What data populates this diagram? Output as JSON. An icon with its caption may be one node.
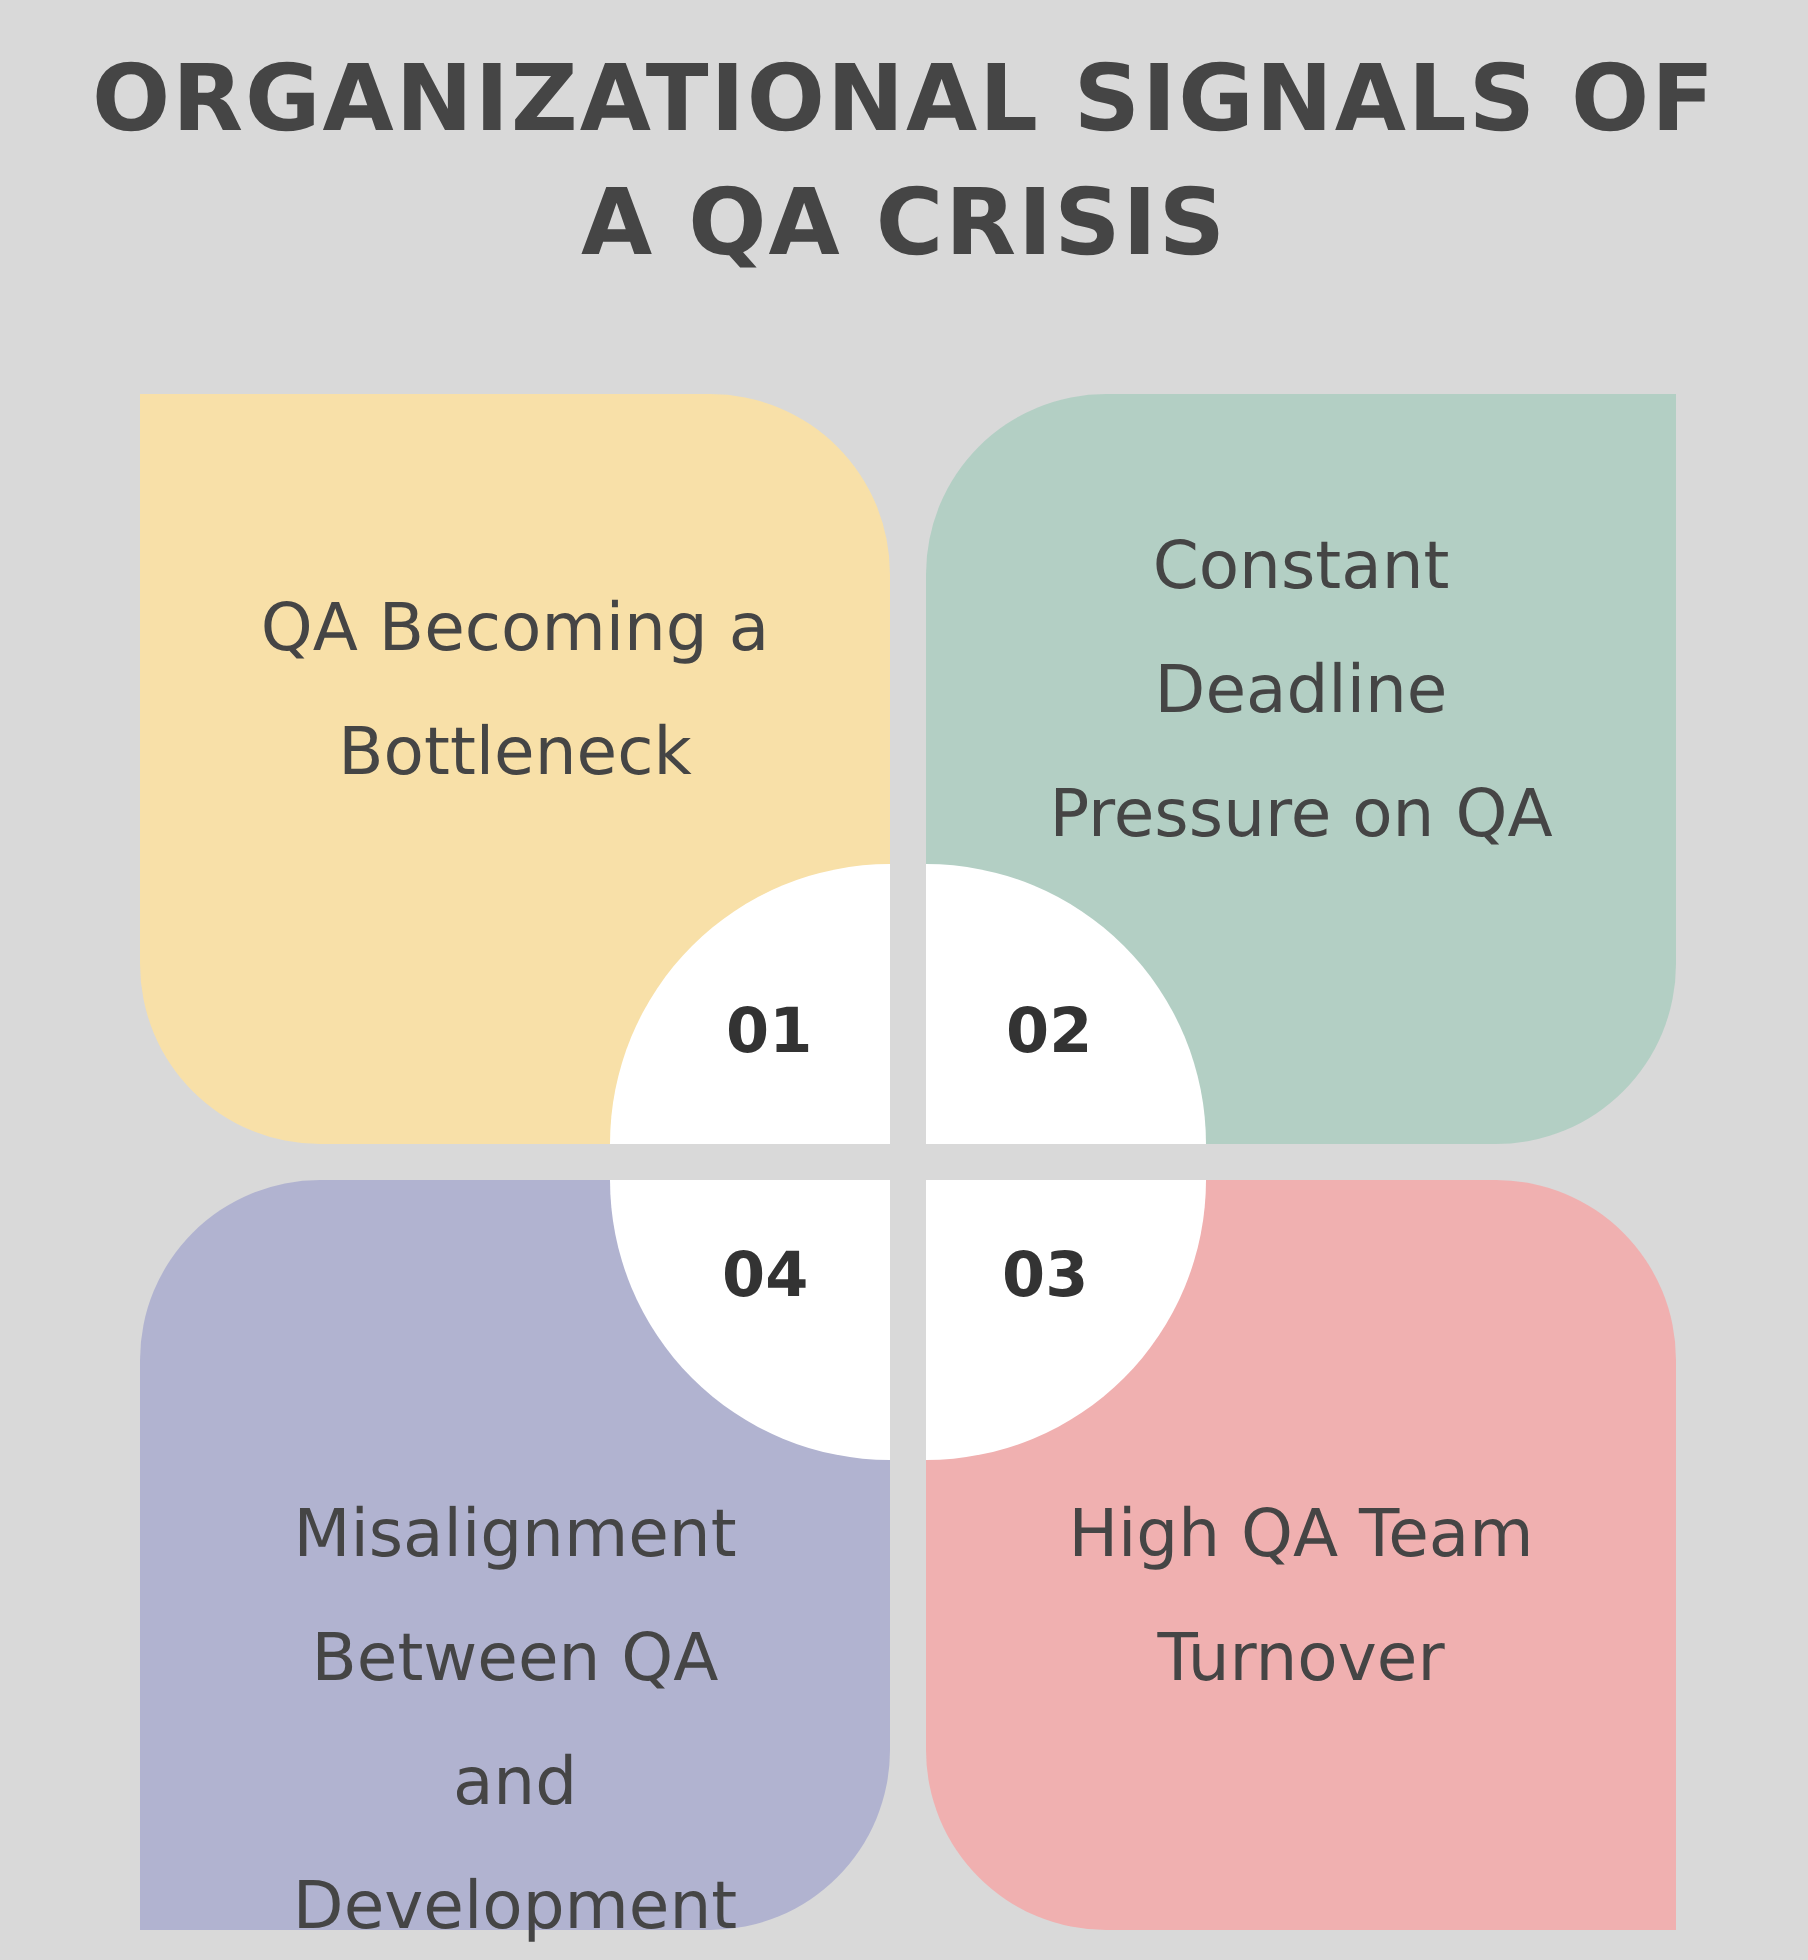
{
  "diagram": {
    "title": "ORGANIZATIONAL SIGNALS OF A QA CRISIS",
    "nodes": [
      {
        "text": [
          "QA Becoming a Bottleneck"
        ]
      },
      {
        "text": [
          "01"
        ],
        "in": 0
      },
      {
        "text": [
          "Constant Deadline Pressure on QA"
        ]
      },
      {
        "text": [
          "02"
        ],
        "in": 2
      },
      {
        "text": [
          "Misalignment Between QA and Development"
        ]
      },
      {
        "text": [
          "04"
        ],
        "in": 4
      },
      {
        "text": [
          "High QA Team Turnover"
        ]
      },
      {
        "text": [
          "03"
        ],
        "in": 6
      }
    ],
    "edges": []
  }
}
